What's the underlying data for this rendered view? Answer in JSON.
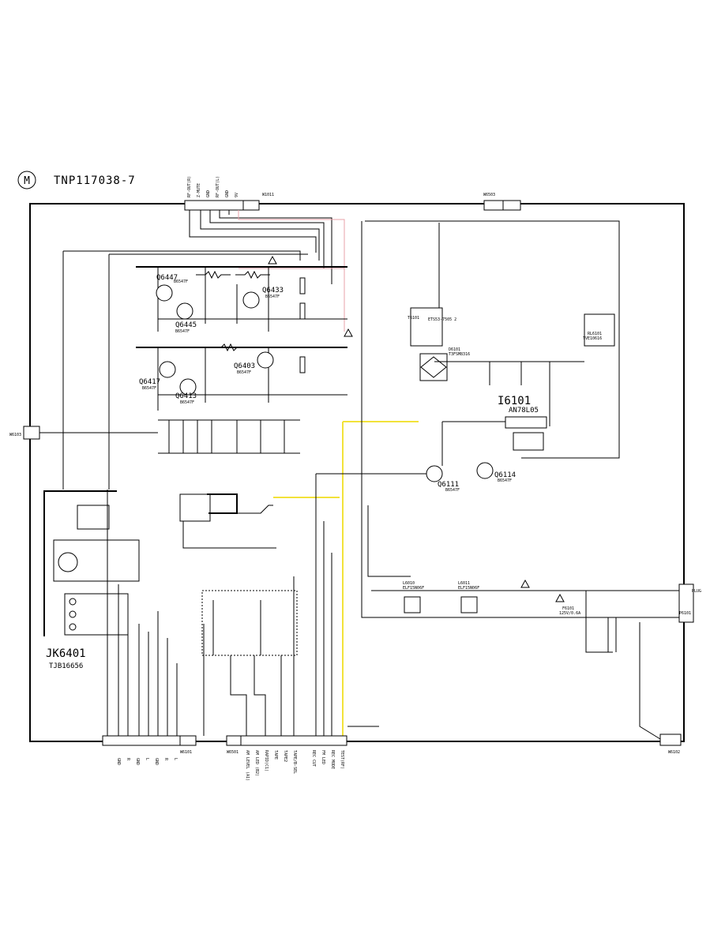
{
  "board": {
    "badge": "M",
    "title": "TNP117038-7"
  },
  "jack": {
    "ref": "JK6401",
    "part": "TJB16656"
  },
  "regulator": {
    "ref": "I6101",
    "part": "AN78L05"
  },
  "transistors": [
    {
      "ref": "Q6447",
      "part": "B6547F"
    },
    {
      "ref": "Q6445",
      "part": "B6547F"
    },
    {
      "ref": "Q6433",
      "part": "B6547F"
    },
    {
      "ref": "Q6417",
      "part": "B6547F"
    },
    {
      "ref": "Q6413",
      "part": "B6547F"
    },
    {
      "ref": "Q6403",
      "part": "B6547F"
    },
    {
      "ref": "Q6111",
      "part": "B6547F"
    },
    {
      "ref": "Q6114",
      "part": "B6547F"
    }
  ],
  "parts": {
    "trans_main": "T6101",
    "trans_main_part": "ETS53-7505 2",
    "bridge": "D6101",
    "bridge_part": "T3FSM8316",
    "relay": "RL6101",
    "relay_part": "TVE10616",
    "line_filter_1": "L6010",
    "line_filter_1_part": "ELF15N06F",
    "line_filter_2": "L6011",
    "line_filter_2_part": "ELF15N06F",
    "fuse": "F6101",
    "fuse_part": "125V/0.6A",
    "plug": "PLUG",
    "plug_ref": "P6101"
  },
  "connectors": {
    "top_label": "W1011",
    "top_right": "W6503",
    "left_ref": "W6103",
    "bottom_left": "W6101",
    "bottom_mid": "W6501",
    "bottom_right": "W6102"
  },
  "top_pins": [
    "RF-OUT(R)",
    "Z-MUTE",
    "GND",
    "RF-OUT(L)",
    "GND",
    "9V"
  ],
  "bottom_left_pins": [
    "",
    "GND",
    "R",
    "GND",
    "L",
    "GND",
    "R",
    "L"
  ],
  "bottom_mid_pins": [
    "AM LEVEL (A1)",
    "AM LED (B2)",
    "RAPID(C1)",
    "TAPE",
    "TAPE2",
    "TAPE/B-SEL",
    "REC CUT",
    "FM LED",
    "REC MODE",
    "TEST(RF)"
  ],
  "icons": {
    "warning": "warning-triangle-icon"
  },
  "colors": {
    "pink_wire": "#e8a0a8",
    "yellow_wire": "#f2e23a"
  }
}
